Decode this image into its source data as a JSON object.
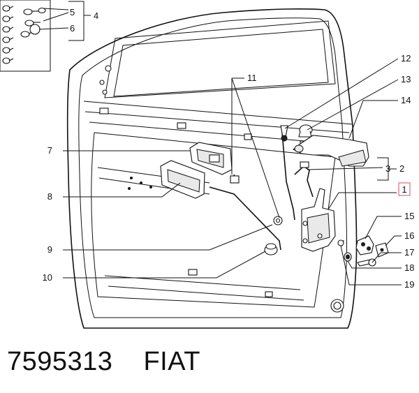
{
  "callouts": [
    {
      "id": "c1",
      "label": "1",
      "highlighted": true
    },
    {
      "id": "c2",
      "label": "2"
    },
    {
      "id": "c3",
      "label": "3"
    },
    {
      "id": "c4",
      "label": "4"
    },
    {
      "id": "c5",
      "label": "5"
    },
    {
      "id": "c6",
      "label": "6"
    },
    {
      "id": "c7",
      "label": "7"
    },
    {
      "id": "c8",
      "label": "8"
    },
    {
      "id": "c9",
      "label": "9"
    },
    {
      "id": "c10",
      "label": "10"
    },
    {
      "id": "c11",
      "label": "11"
    },
    {
      "id": "c12",
      "label": "12"
    },
    {
      "id": "c13",
      "label": "13"
    },
    {
      "id": "c14",
      "label": "14"
    },
    {
      "id": "c15",
      "label": "15"
    },
    {
      "id": "c16",
      "label": "16"
    },
    {
      "id": "c17",
      "label": "17"
    },
    {
      "id": "c18",
      "label": "18"
    },
    {
      "id": "c19",
      "label": "19"
    }
  ],
  "footer": {
    "part_number": "7595313",
    "brand": "FIAT"
  },
  "colors": {
    "highlight_box": "#e06a7a",
    "ink": "#111111"
  }
}
